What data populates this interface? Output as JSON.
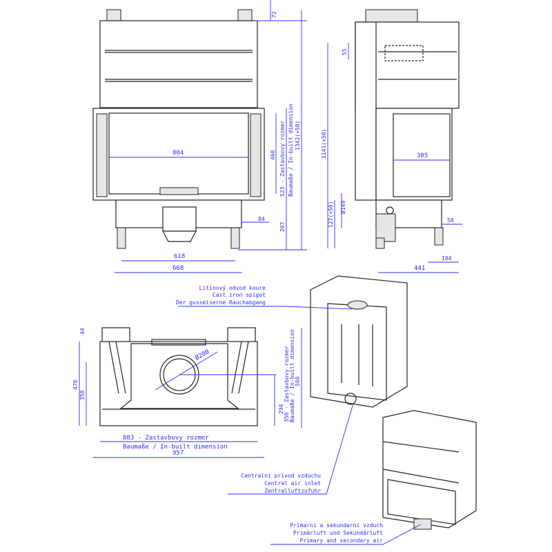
{
  "front_view": {
    "dim_top": "72",
    "dim_width_glass": "804",
    "dim_glass_height": "468",
    "dim_inbuilt_height": "523 - Zastavbovy rozmer",
    "dim_inbuilt_label": "Baumaße / In-built dimension",
    "dim_total_height": "1342(+50)",
    "dim_84": "84",
    "dim_267": "267",
    "dim_618": "618",
    "dim_668": "668"
  },
  "side_view": {
    "dim_55": "55",
    "dim_1141": "1141(+50)",
    "dim_305": "305",
    "dim_127": "127(+50)",
    "dim_149": "Ø149",
    "dim_58": "58",
    "dim_104": "104",
    "dim_441": "441"
  },
  "plan_view": {
    "dim_44": "44",
    "dim_478": "478",
    "dim_358": "358",
    "dim_200": "Ø200",
    "dim_294": "294",
    "dim_350": "350 - Zastavbovy rozmer",
    "dim_350_label": "Baumaße / In-built dimension",
    "dim_560": "560",
    "dim_883": "883 - Zastavbovy rozmer",
    "dim_883_label": "Baumaße / In-built dimension",
    "dim_957": "957"
  },
  "callouts": {
    "spigot": [
      "Litinový odvod koure",
      "Cast iron spigot",
      "Der gusseiserne Rauchabgang"
    ],
    "central_air": [
      "Centralni privod vzduchu",
      "Central air inlet",
      "Zentralluftzufuhr"
    ],
    "primary_air": [
      "Primarni a sekundarni vzduch",
      "Primärluft und Sekundärluft",
      "Primary and secondary air"
    ]
  },
  "colors": {
    "dimension": "#2b2bff",
    "outline": "#222222"
  }
}
